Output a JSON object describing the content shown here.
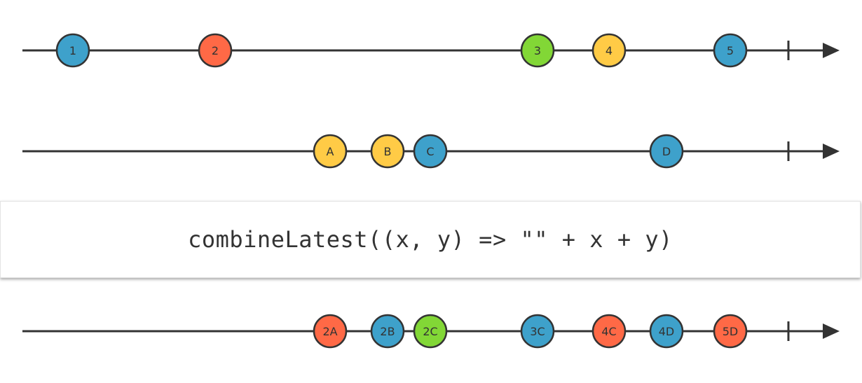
{
  "operator": {
    "label": "combineLatest((x, y) => \"\" + x + y)"
  },
  "colors": {
    "line": "#333333",
    "blue": "#3ea1cb",
    "red": "#ff6946",
    "green": "#82d736",
    "yellow": "#ffcb46"
  },
  "timelines": [
    {
      "name": "input-stream-1",
      "marbles": [
        {
          "label": "1",
          "color": "blue",
          "t": 104
        },
        {
          "label": "2",
          "color": "red",
          "t": 307
        },
        {
          "label": "3",
          "color": "green",
          "t": 767
        },
        {
          "label": "4",
          "color": "yellow",
          "t": 869
        },
        {
          "label": "5",
          "color": "blue",
          "t": 1042
        }
      ]
    },
    {
      "name": "input-stream-2",
      "marbles": [
        {
          "label": "A",
          "color": "yellow",
          "t": 471
        },
        {
          "label": "B",
          "color": "yellow",
          "t": 553
        },
        {
          "label": "C",
          "color": "blue",
          "t": 614
        },
        {
          "label": "D",
          "color": "blue",
          "t": 951
        }
      ]
    },
    {
      "name": "output-stream",
      "marbles": [
        {
          "label": "2A",
          "color": "red",
          "t": 471
        },
        {
          "label": "2B",
          "color": "blue",
          "t": 553
        },
        {
          "label": "2C",
          "color": "green",
          "t": 614
        },
        {
          "label": "3C",
          "color": "blue",
          "t": 767
        },
        {
          "label": "4C",
          "color": "red",
          "t": 869
        },
        {
          "label": "4D",
          "color": "blue",
          "t": 951
        },
        {
          "label": "5D",
          "color": "red",
          "t": 1042
        }
      ]
    }
  ]
}
